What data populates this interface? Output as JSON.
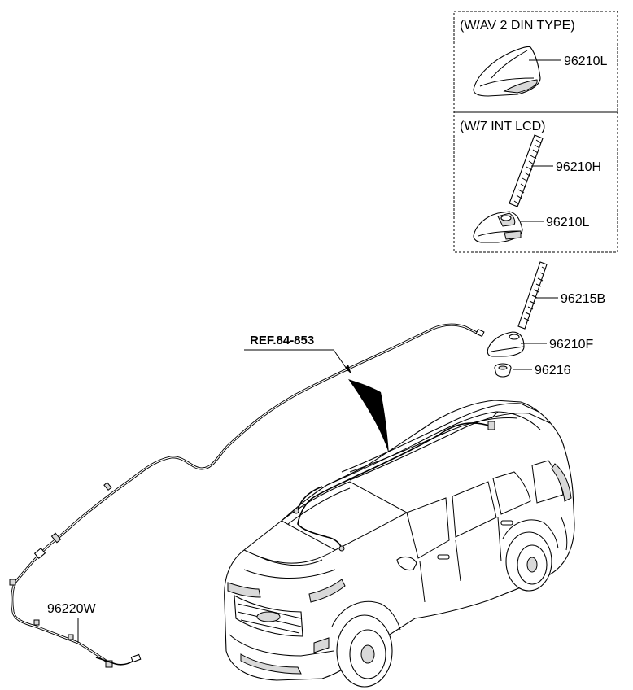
{
  "boxes": {
    "box1_title": "(W/AV 2 DIN TYPE)",
    "box2_title": "(W/7 INT LCD)"
  },
  "parts": {
    "p_96210L_a": "96210L",
    "p_96210H": "96210H",
    "p_96210L_b": "96210L",
    "p_96215B": "96215B",
    "p_96210F": "96210F",
    "p_96216": "96216",
    "p_96220W": "96220W"
  },
  "reference": "REF.84-853"
}
